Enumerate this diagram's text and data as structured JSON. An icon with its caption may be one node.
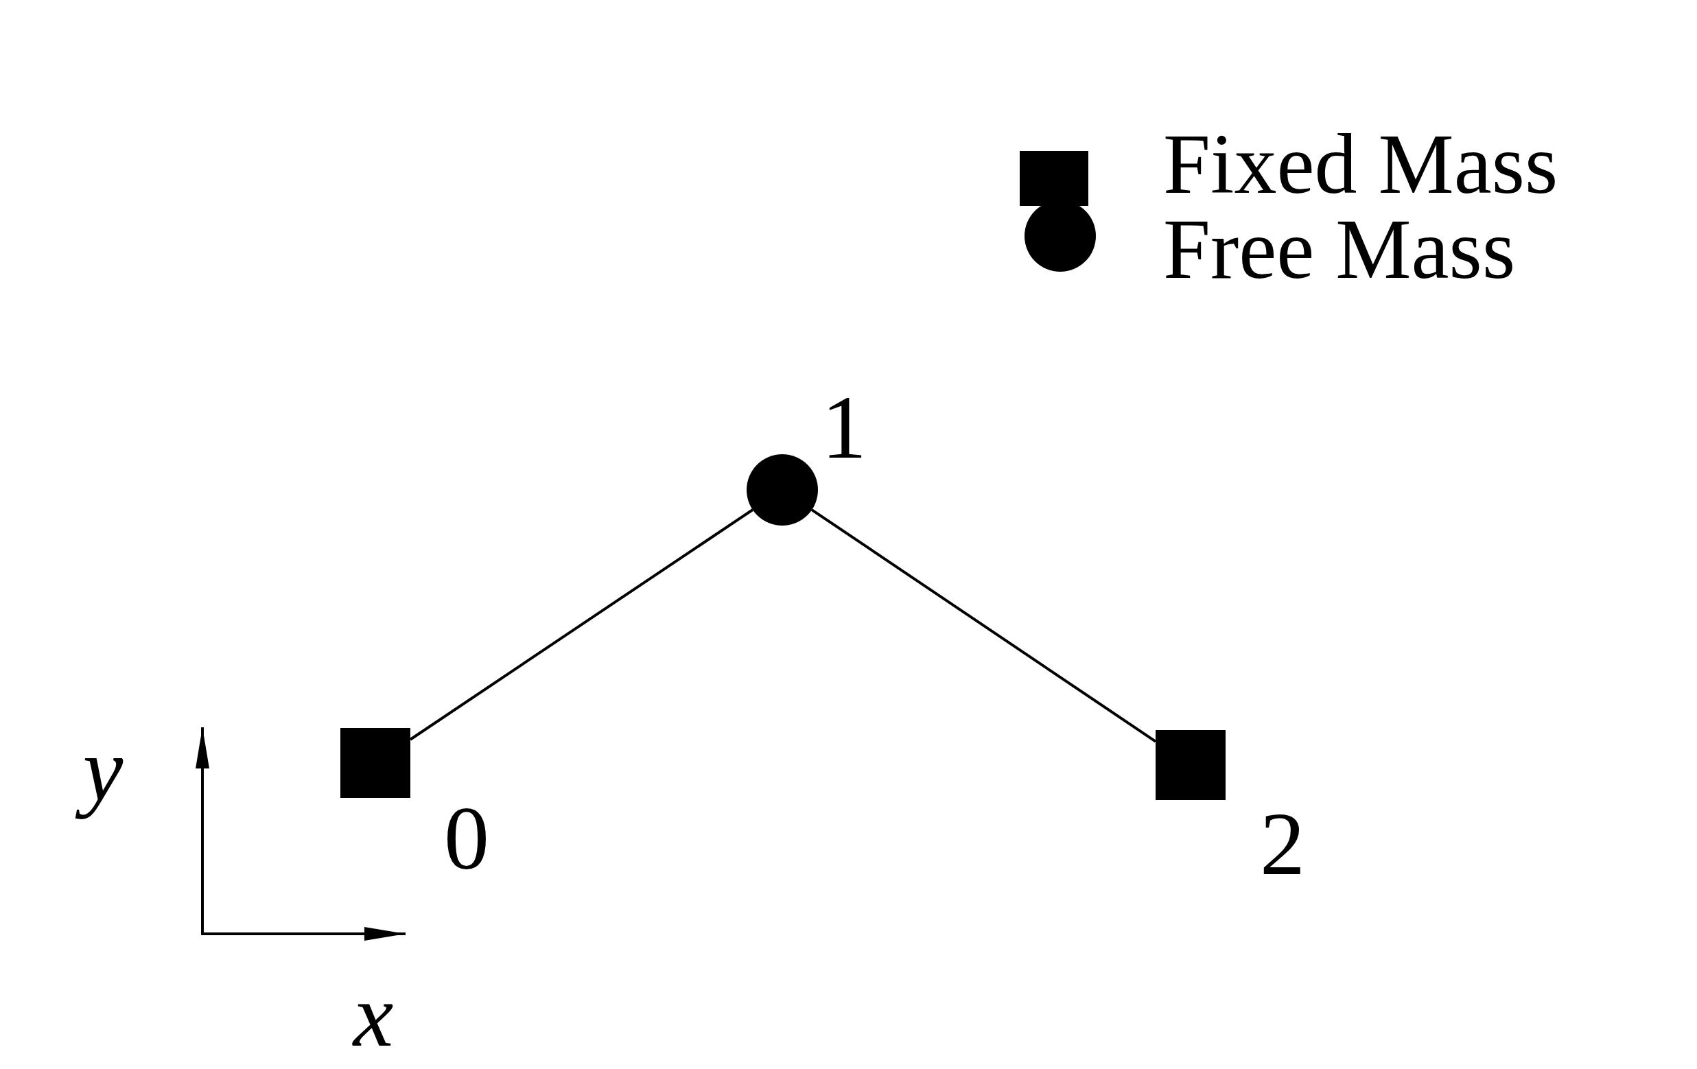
{
  "diagram": {
    "nodes": [
      {
        "text": [],
        "shape": "box",
        "beside": [
          "0"
        ]
      },
      {
        "text": [],
        "shape": "circle",
        "beside": [
          "1"
        ]
      },
      {
        "text": [],
        "shape": "box",
        "beside": [
          "2"
        ]
      }
    ],
    "edges": [
      {
        "from": 0,
        "to": 1,
        "arrow": "none"
      },
      {
        "from": 1,
        "to": 2,
        "arrow": "none"
      }
    ],
    "labels": [
      "y",
      "x"
    ],
    "legend": [
      {
        "text": "Fixed Mass"
      },
      {
        "text": "Free Mass"
      }
    ]
  }
}
